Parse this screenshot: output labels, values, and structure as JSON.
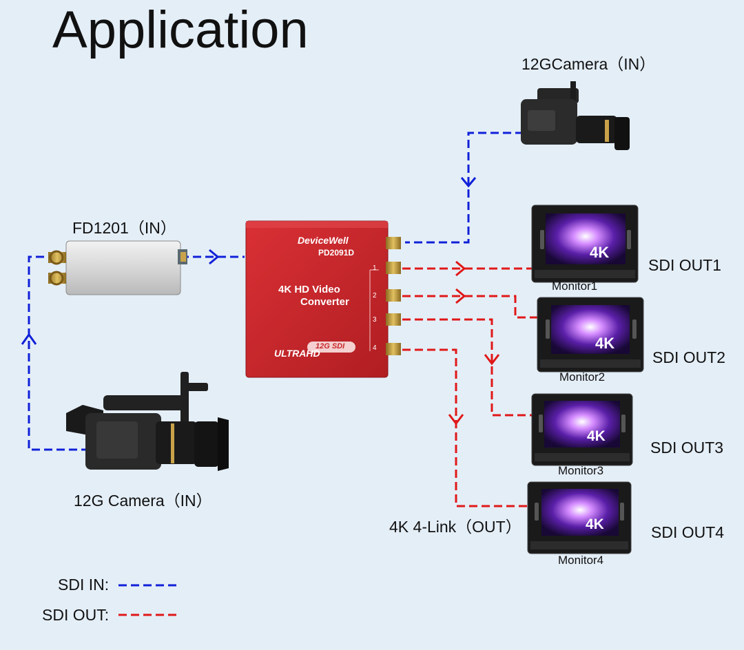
{
  "title": "Application",
  "colors": {
    "sdi_in": "#1020d8",
    "sdi_out": "#e01818",
    "converter": "#c8262a",
    "background": "#e4eef7"
  },
  "converter": {
    "brand": "DeviceWell",
    "model": "PD2091D",
    "name_line1": "4K HD Video",
    "name_line2": "Converter",
    "series": "ULTRAHD",
    "badge": "12G SDI",
    "port_numbers": [
      "1",
      "2",
      "3",
      "4"
    ]
  },
  "nodes": {
    "top_camera": "12GCamera（IN）",
    "fiber_box": "FD1201（IN）",
    "bottom_camera": "12G Camera（IN）",
    "quad_link": "4K 4-Link（OUT）"
  },
  "monitors": [
    {
      "name": "Monitor1",
      "output": "SDI OUT1",
      "badge": "4K"
    },
    {
      "name": "Monitor2",
      "output": "SDI OUT2",
      "badge": "4K"
    },
    {
      "name": "Monitor3",
      "output": "SDI OUT3",
      "badge": "4K"
    },
    {
      "name": "Monitor4",
      "output": "SDI OUT4",
      "badge": "4K"
    }
  ],
  "legend": {
    "sdi_in": "SDI IN:",
    "sdi_out": "SDI OUT:"
  }
}
